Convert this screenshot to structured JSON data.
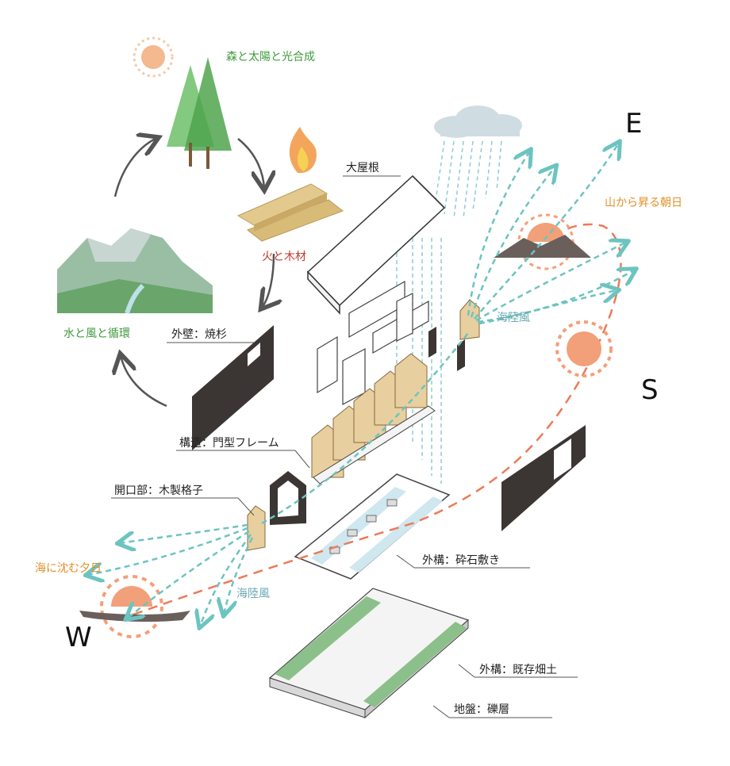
{
  "labels": {
    "forest": "森と太陽と光合成",
    "fire_wood": "火と木材",
    "water_wind": "水と風と循環",
    "roof": "大屋根",
    "outer_wall": "外壁：焼杉",
    "structure": "構造：門型フレーム",
    "opening": "開口部：木製格子",
    "exterior_gravel": "外構：砕石敷き",
    "exterior_field": "外構：既存畑土",
    "ground": "地盤：礫層",
    "sunrise": "山から昇る朝日",
    "sunset": "海に沈む夕日",
    "sea_breeze_east": "海陸風",
    "sea_breeze_west": "海陸風"
  },
  "compass": {
    "east": "E",
    "south": "S",
    "west": "W"
  },
  "colors": {
    "wind": "#6cc4c0",
    "sun_path": "#ec7a5a",
    "sun": "#f2a07a",
    "green_label": "#3f9a3c",
    "orange_label": "#e0902a",
    "red_label": "#c0392b",
    "wall": "#3b3533",
    "wood": "#e8cfa0"
  }
}
